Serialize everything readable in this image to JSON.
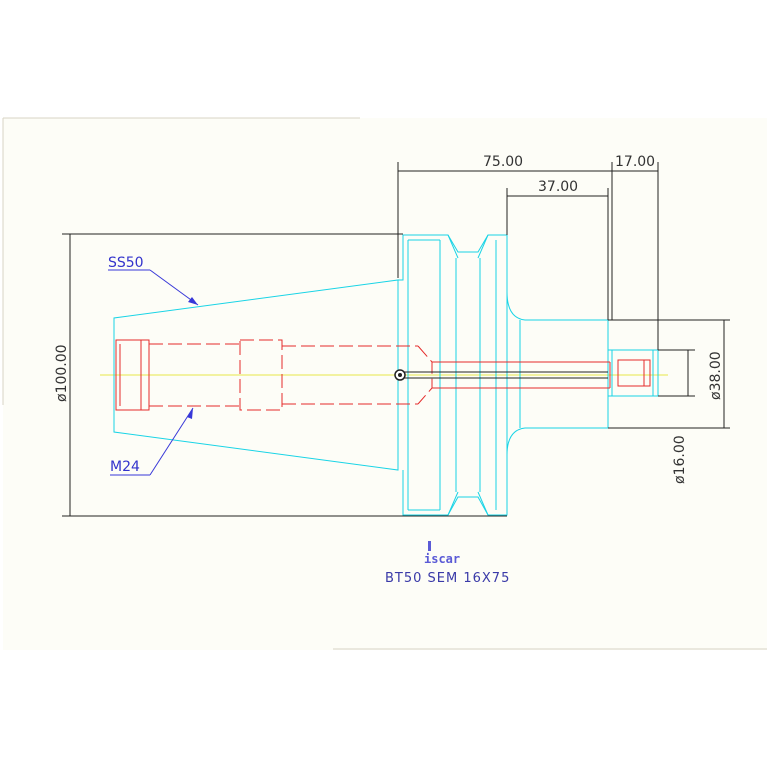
{
  "dimensions": {
    "length_75": "75.00",
    "length_17": "17.00",
    "length_37": "37.00",
    "diameter_100": "ø100.00",
    "diameter_38": "ø38.00",
    "diameter_16": "ø16.00"
  },
  "labels": {
    "taper": "SS50",
    "thread": "M24"
  },
  "title": "BT50 SEM 16X75",
  "logo": "iscar",
  "colors": {
    "outline": "#19d4e6",
    "hidden": "#e52b2b",
    "dimension": "#222222",
    "leader": "#3838d8",
    "centerline": "#e8e84a",
    "sheet": "#fdfdf7"
  }
}
